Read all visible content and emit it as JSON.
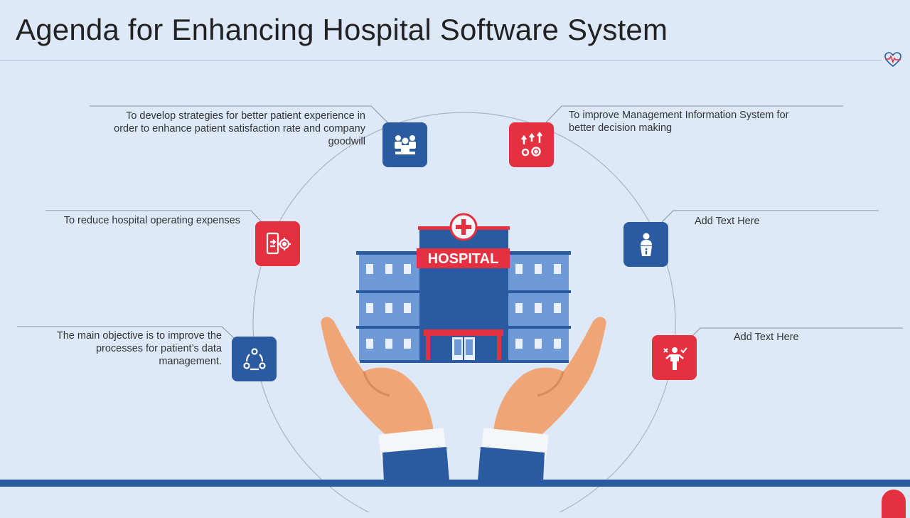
{
  "title": "Agenda for Enhancing Hospital Software System",
  "hospital_sign": "HOSPITAL",
  "colors": {
    "primary_blue": "#2a5aa0",
    "accent_red": "#e5303f",
    "background": "#dde9f8"
  },
  "items": [
    {
      "text": "To develop  strategies for better patient experience in order to enhance patient satisfaction rate and company goodwill",
      "icon": "team-icon",
      "color": "blue"
    },
    {
      "text": "To improve Management Information System for better decision making",
      "icon": "growth-gears-icon",
      "color": "red"
    },
    {
      "text": "To reduce hospital operating expenses",
      "icon": "mobile-gear-icon",
      "color": "red"
    },
    {
      "text": "Add Text Here",
      "icon": "presenter-info-icon",
      "color": "blue"
    },
    {
      "text": "The main objective is to improve the processes for patient’s data management.",
      "icon": "process-cycle-icon",
      "color": "blue"
    },
    {
      "text": "Add Text Here",
      "icon": "decision-person-icon",
      "color": "red"
    }
  ]
}
